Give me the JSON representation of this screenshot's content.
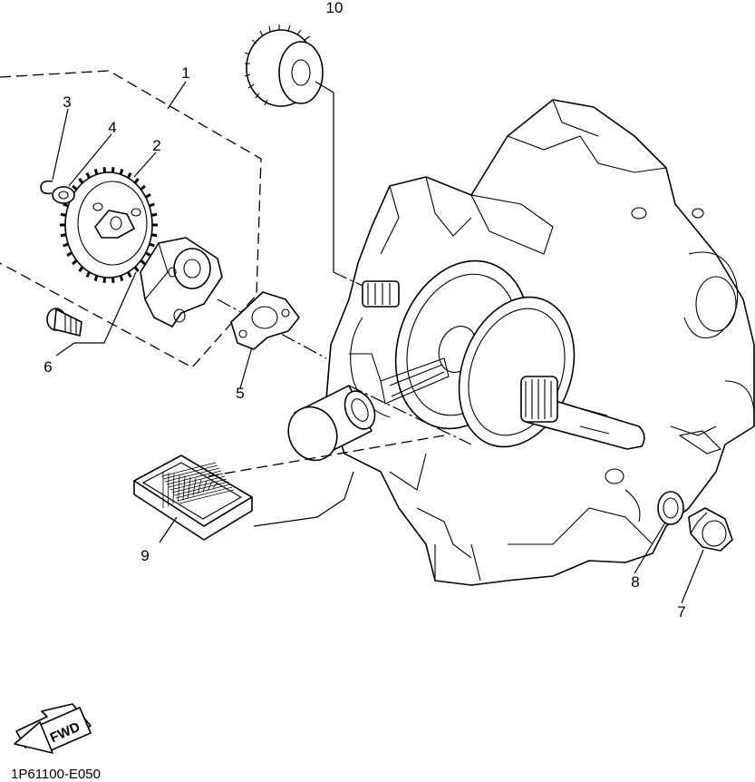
{
  "callouts": [
    {
      "id": "1",
      "label": "1"
    },
    {
      "id": "2",
      "label": "2"
    },
    {
      "id": "3",
      "label": "3"
    },
    {
      "id": "4",
      "label": "4"
    },
    {
      "id": "5",
      "label": "5"
    },
    {
      "id": "6",
      "label": "6"
    },
    {
      "id": "7",
      "label": "7"
    },
    {
      "id": "8",
      "label": "8"
    },
    {
      "id": "9",
      "label": "9"
    },
    {
      "id": "10",
      "label": "10"
    }
  ],
  "fwd_label": "FWD",
  "diagram_code": "1P61100-E050",
  "icons": {
    "fwd_arrow": "fwd-arrow-icon"
  }
}
